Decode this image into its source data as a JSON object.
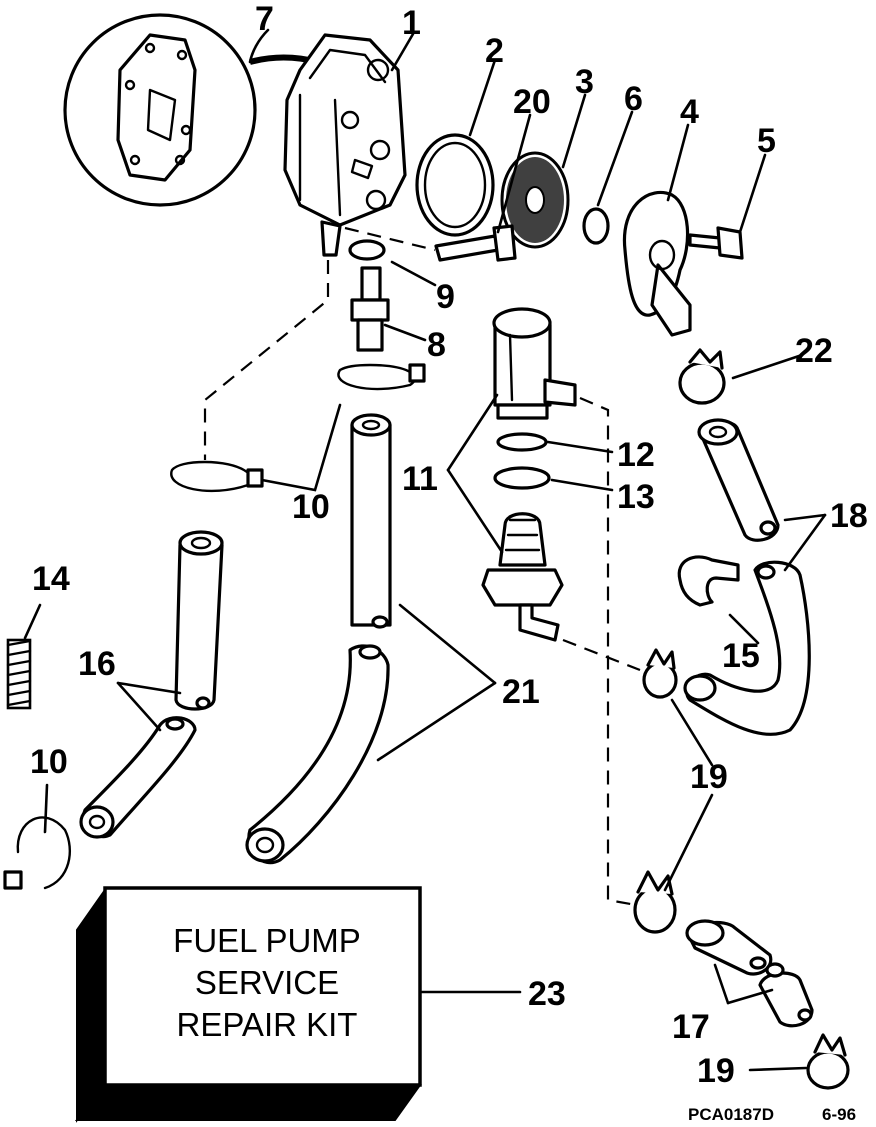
{
  "diagram": {
    "callouts": {
      "p1": "1",
      "p2": "2",
      "p3": "3",
      "p4": "4",
      "p5": "5",
      "p6": "6",
      "p7": "7",
      "p8": "8",
      "p9": "9",
      "p10a": "10",
      "p10b": "10",
      "p11": "11",
      "p12": "12",
      "p13": "13",
      "p14": "14",
      "p15": "15",
      "p16": "16",
      "p17": "17",
      "p18": "18",
      "p19a": "19",
      "p19b": "19",
      "p20": "20",
      "p21": "21",
      "p22": "22",
      "p23": "23"
    },
    "kit_label": {
      "line1": "FUEL PUMP",
      "line2": "SERVICE",
      "line3": "REPAIR KIT"
    },
    "footer": {
      "code": "PCA0187D",
      "date": "6-96"
    }
  }
}
